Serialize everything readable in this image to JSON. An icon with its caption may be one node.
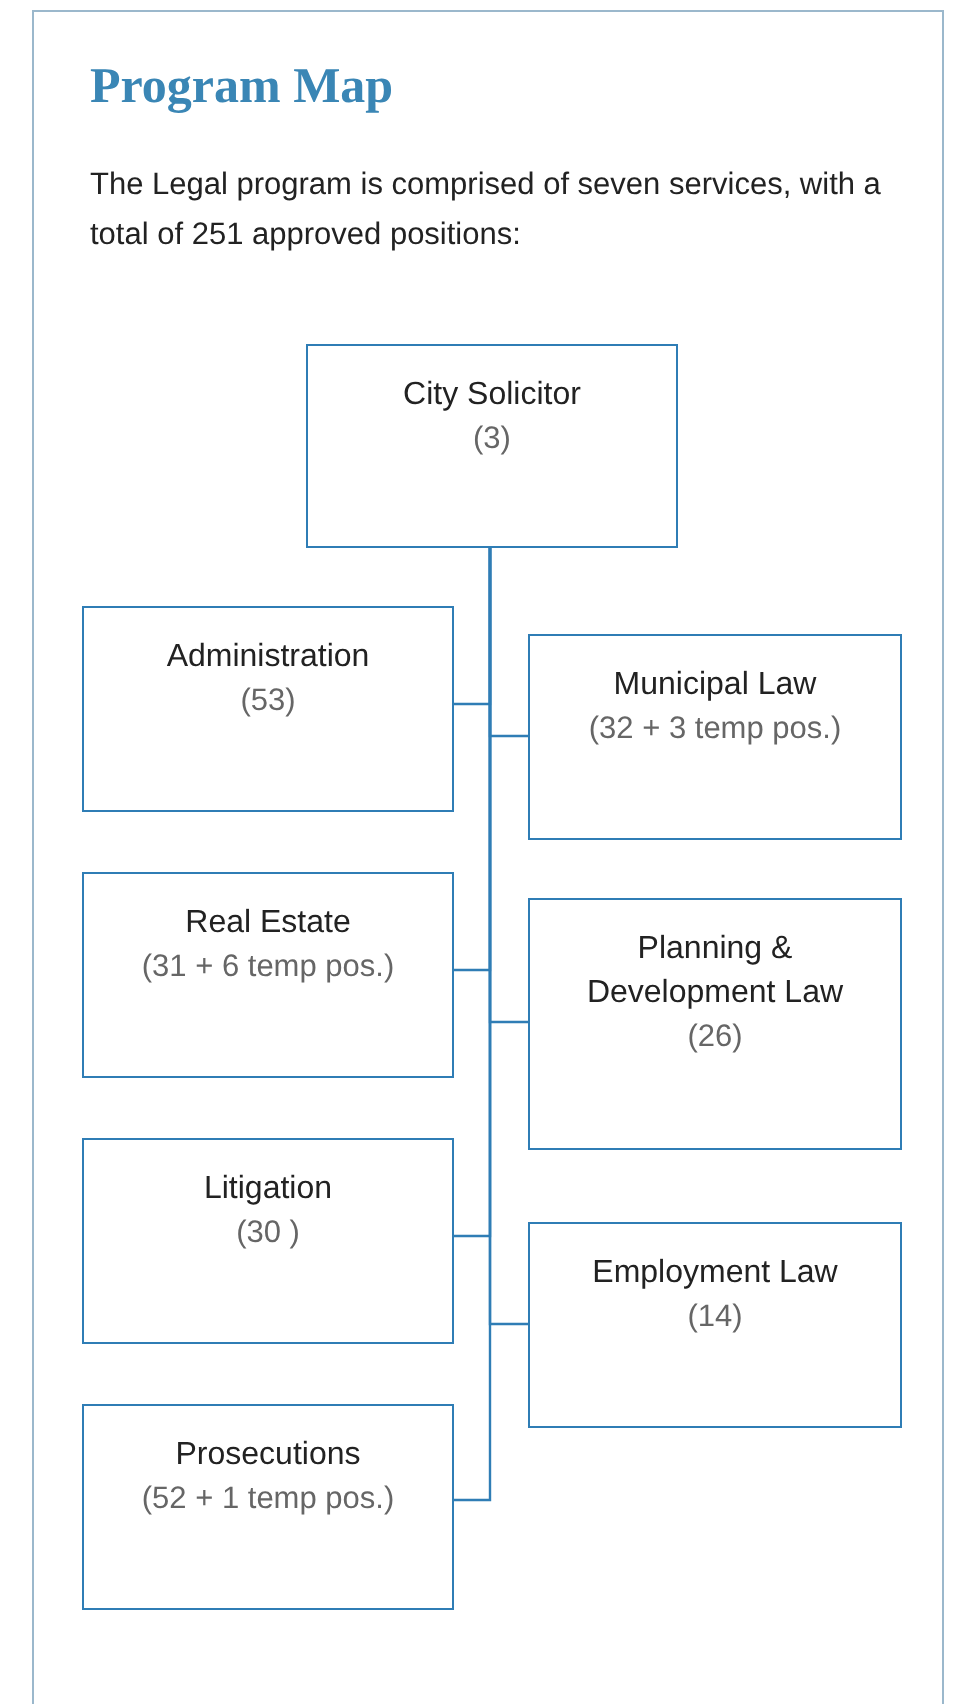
{
  "diagram": {
    "title": "Program Map",
    "nodes": [
      {
        "text": [
          "City Solicitor",
          "(3)"
        ]
      },
      {
        "text": [
          "Administration",
          "(53)"
        ]
      },
      {
        "text": [
          "Municipal Law",
          "(32 + 3 temp pos.)"
        ]
      },
      {
        "text": [
          "Real Estate",
          "(31 + 6 temp pos.)"
        ]
      },
      {
        "text": [
          "Planning & Development Law",
          "(26)"
        ]
      },
      {
        "text": [
          "Litigation",
          "(30 )"
        ]
      },
      {
        "text": [
          "Employment Law",
          "(14)"
        ]
      },
      {
        "text": [
          "Prosecutions",
          "(52 + 1 temp pos.)"
        ]
      }
    ],
    "edges": [
      {
        "from": 0,
        "to": 1,
        "arrow": "none"
      },
      {
        "from": 0,
        "to": 2,
        "arrow": "none"
      },
      {
        "from": 0,
        "to": 3,
        "arrow": "none"
      },
      {
        "from": 0,
        "to": 4,
        "arrow": "none"
      },
      {
        "from": 0,
        "to": 5,
        "arrow": "none"
      },
      {
        "from": 0,
        "to": 6,
        "arrow": "none"
      },
      {
        "from": 0,
        "to": 7,
        "arrow": "none"
      }
    ],
    "labels": [
      "The Legal program is comprised of seven services, with a total of 251 approved positions:"
    ]
  }
}
